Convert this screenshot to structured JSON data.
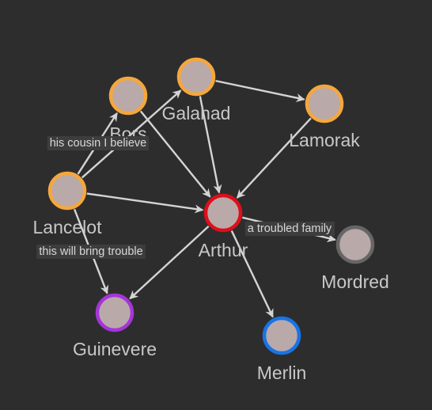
{
  "graph": {
    "nodes": [
      {
        "id": "bors",
        "label": "Bors",
        "border_color": "#f5a73c",
        "fill_color": "#baa9a9"
      },
      {
        "id": "galahad",
        "label": "Galahad",
        "border_color": "#f5a73c",
        "fill_color": "#baa9a9"
      },
      {
        "id": "lamorak",
        "label": "Lamorak",
        "border_color": "#f5a73c",
        "fill_color": "#baa9a9"
      },
      {
        "id": "lancelot",
        "label": "Lancelot",
        "border_color": "#f5a73c",
        "fill_color": "#baa9a9"
      },
      {
        "id": "arthur",
        "label": "Arthur",
        "border_color": "#dd0f1a",
        "fill_color": "#baa9a9"
      },
      {
        "id": "mordred",
        "label": "Mordred",
        "border_color": "#666666",
        "fill_color": "#baa9a9"
      },
      {
        "id": "guinevere",
        "label": "Guinevere",
        "border_color": "#a435d9",
        "fill_color": "#baa9a9"
      },
      {
        "id": "merlin",
        "label": "Merlin",
        "border_color": "#1774e6",
        "fill_color": "#baa9a9"
      }
    ],
    "edges": [
      {
        "from": "lancelot",
        "to": "bors",
        "label": "his cousin I believe"
      },
      {
        "from": "lancelot",
        "to": "galahad",
        "label": ""
      },
      {
        "from": "lancelot",
        "to": "arthur",
        "label": ""
      },
      {
        "from": "lancelot",
        "to": "guinevere",
        "label": "this will bring trouble"
      },
      {
        "from": "bors",
        "to": "arthur",
        "label": ""
      },
      {
        "from": "galahad",
        "to": "arthur",
        "label": ""
      },
      {
        "from": "galahad",
        "to": "lamorak",
        "label": ""
      },
      {
        "from": "lamorak",
        "to": "arthur",
        "label": ""
      },
      {
        "from": "arthur",
        "to": "mordred",
        "label": "a troubled family"
      },
      {
        "from": "arthur",
        "to": "guinevere",
        "label": ""
      },
      {
        "from": "arthur",
        "to": "merlin",
        "label": ""
      }
    ]
  }
}
